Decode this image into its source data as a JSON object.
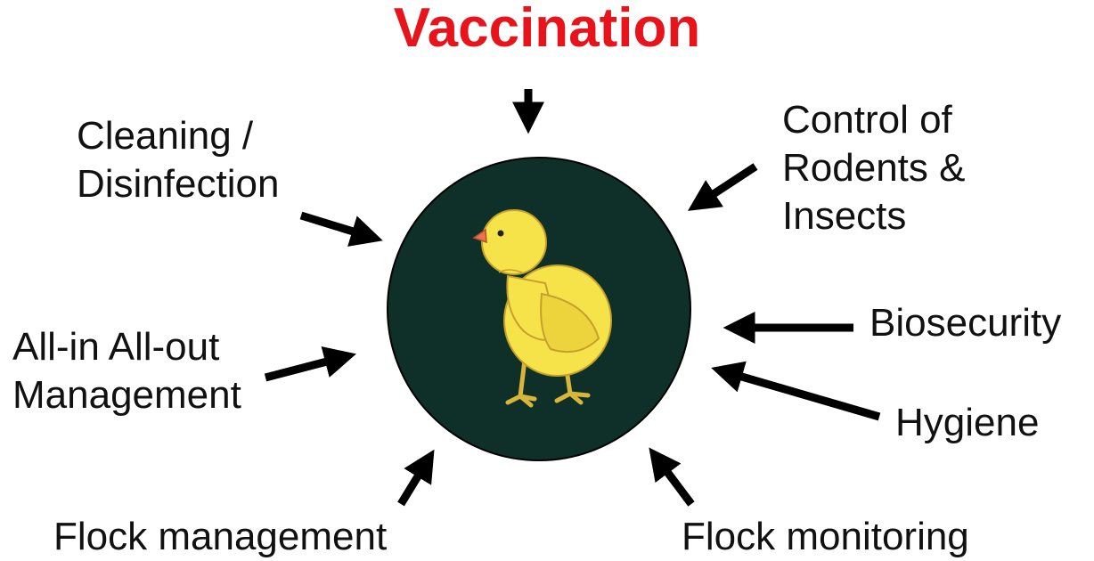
{
  "title": "Vaccination",
  "center_icon": "chick-icon",
  "colors": {
    "title": "#e8141b",
    "circle": "#0f3028",
    "chick": "#f6e34a",
    "arrow": "#000000"
  },
  "labels": {
    "cleaning": [
      "Cleaning /",
      "Disinfection"
    ],
    "rodents": [
      "Control of",
      "Rodents &",
      "Insects"
    ],
    "all_in": [
      "All-in All-out",
      "Management"
    ],
    "biosecurity": "Biosecurity",
    "hygiene": "Hygiene",
    "flock_management": "Flock management",
    "flock_monitoring": "Flock monitoring"
  }
}
